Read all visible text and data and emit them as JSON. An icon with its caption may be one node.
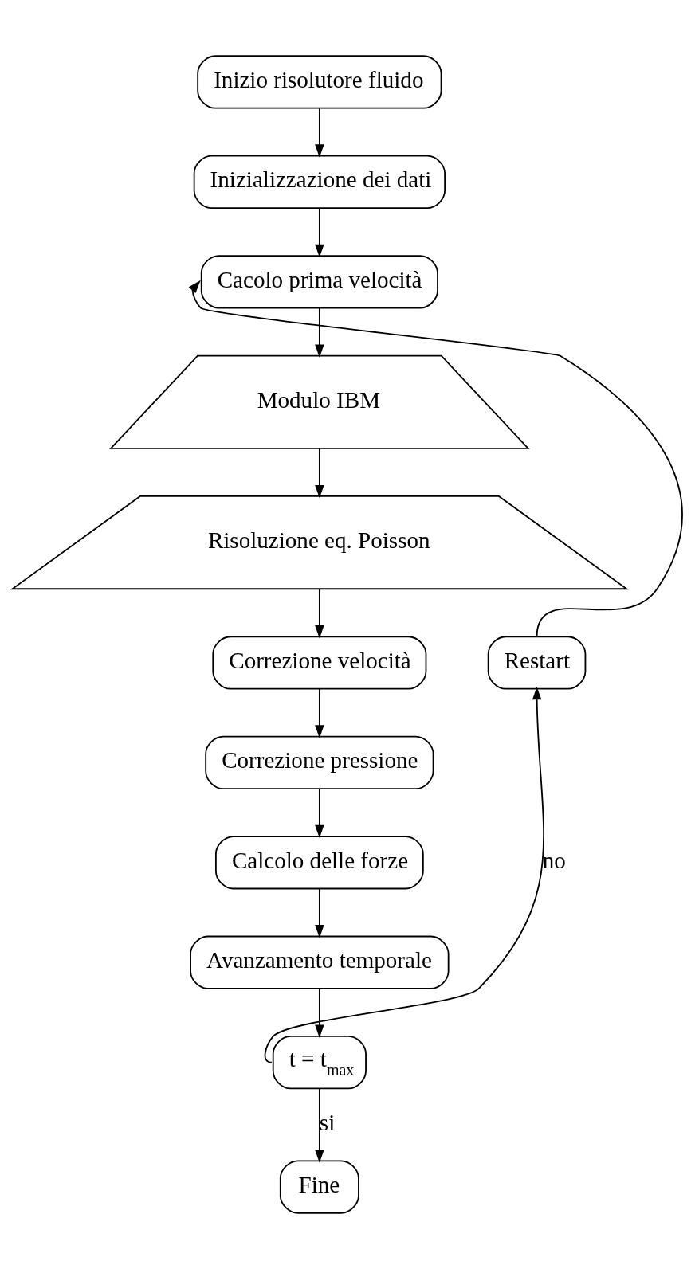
{
  "diagram": {
    "nodes": [
      {
        "text": [
          "Inizio risolutore fluido"
        ]
      },
      {
        "text": [
          "Inizializzazione dei dati"
        ]
      },
      {
        "text": [
          "Cacolo prima velocità"
        ]
      },
      {
        "text": [
          "Modulo IBM"
        ]
      },
      {
        "text": [
          "Risoluzione eq. Poisson"
        ]
      },
      {
        "text": [
          "Restart"
        ]
      },
      {
        "text": [
          "Correzione velocità"
        ]
      },
      {
        "text": [
          "Correzione pressione"
        ]
      },
      {
        "text": [
          "Calcolo delle forze"
        ]
      },
      {
        "text": [
          "Avanzamento temporale"
        ]
      },
      {
        "text": [
          "t = t$_{max}$"
        ]
      },
      {
        "text": [
          "Fine"
        ]
      }
    ],
    "edges": [
      {
        "from": 0,
        "to": 1,
        "arrow": "to"
      },
      {
        "from": 1,
        "to": 2,
        "arrow": "to"
      },
      {
        "from": 2,
        "to": 3,
        "arrow": "to"
      },
      {
        "from": 3,
        "to": 4,
        "arrow": "to"
      },
      {
        "from": 4,
        "to": 6,
        "arrow": "to"
      },
      {
        "from": 6,
        "to": 7,
        "arrow": "to"
      },
      {
        "from": 7,
        "to": 8,
        "arrow": "to"
      },
      {
        "from": 8,
        "to": 9,
        "arrow": "to"
      },
      {
        "from": 9,
        "to": 10,
        "arrow": "to"
      },
      {
        "from": 10,
        "to": 11,
        "arrow": "to",
        "label": "si"
      },
      {
        "from": 10,
        "to": 5,
        "arrow": "to",
        "label": "no"
      },
      {
        "from": 5,
        "to": 2,
        "arrow": "to"
      }
    ]
  }
}
